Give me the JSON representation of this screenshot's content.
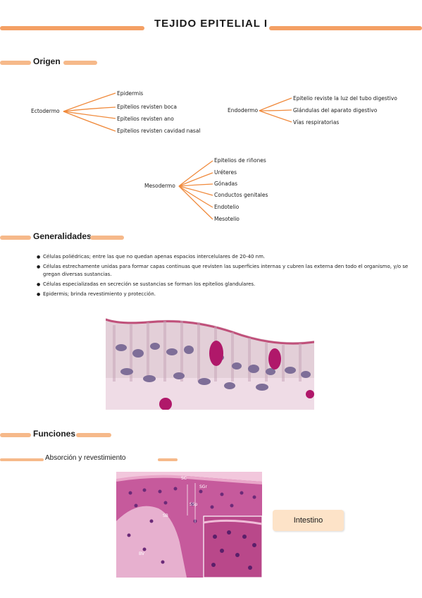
{
  "title": "TEJIDO EPITELIAL I",
  "origen": {
    "heading": "Origen",
    "ectodermo": {
      "root": "Ectodermo",
      "children": [
        "Epidermis",
        "Epitelios revisten boca",
        "Epitelios revisten ano",
        "Epitelios revisten cavidad nasal"
      ]
    },
    "endodermo": {
      "root": "Endodermo",
      "children": [
        "Epitelio reviste la luz del tubo digestivo",
        "Glándulas del aparato digestivo",
        "Vías respiratorias"
      ]
    },
    "mesodermo": {
      "root": "Mesodermo",
      "children": [
        "Epitelios de riñones",
        "Uréteres",
        "Gónadas",
        "Conductos genitales",
        "Endotelio",
        "Mesotelio"
      ]
    }
  },
  "generalidades": {
    "heading": "Generalidades",
    "bullets": [
      "Células poliédricas; entre las que no quedan apenas espacios intercelulares de 20-40 nm.",
      "Células estrechamente unidas para formar capas continuas que revisten las superficies internas y cubren las externa den todo el organismo, y/o se gregan diversas sustancias.",
      "Células especializadas en secreción se sustancias se forman los epitelios glandulares.",
      "Epidermis; brinda revestimiento y protección."
    ]
  },
  "funciones": {
    "heading": "Funciones",
    "subheading": "Absorción y revestimiento",
    "badge": "Intestino",
    "micro_labels": [
      "SC",
      "SGr",
      "SSp",
      "SB",
      "BV"
    ]
  },
  "colors": {
    "accent": "#f4a064",
    "tree_lines": "#f08a3c",
    "badge_bg": "#fde3c8"
  }
}
